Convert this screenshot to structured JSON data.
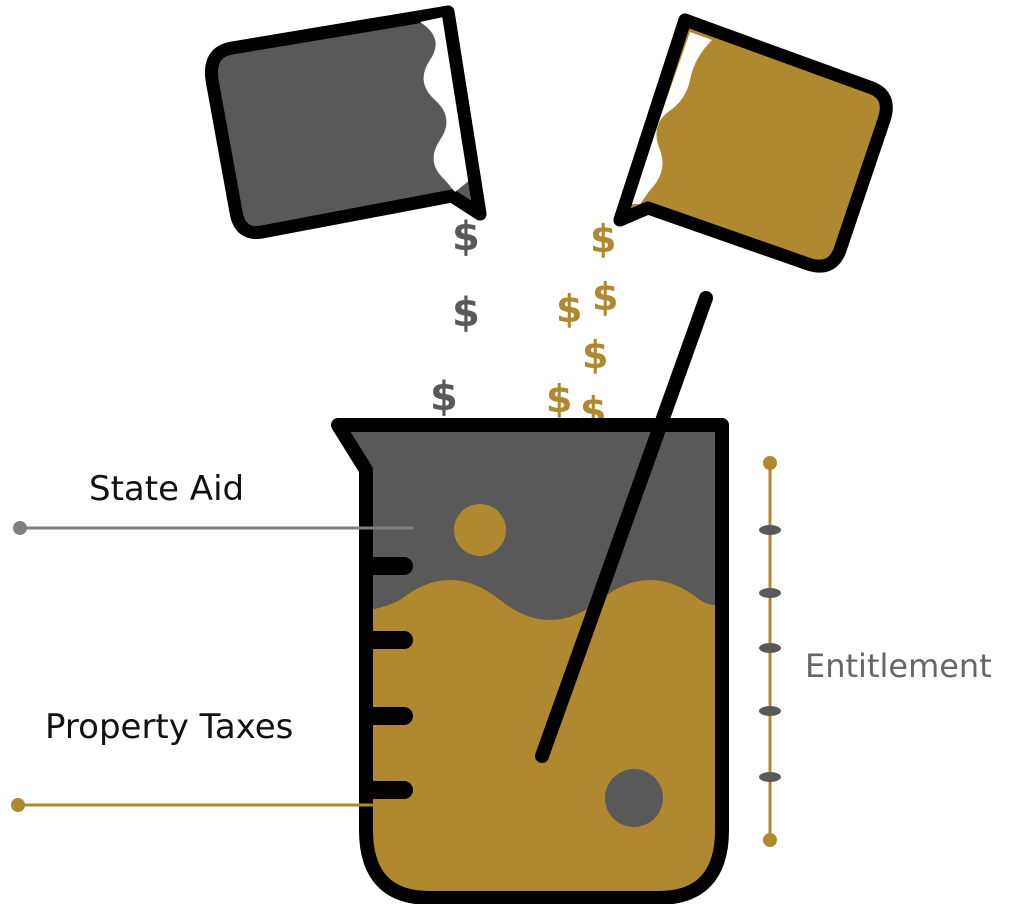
{
  "labels": {
    "state_aid": "State Aid",
    "property_taxes": "Property Taxes",
    "entitlement": "Entitlement"
  },
  "symbols": {
    "dollar": "$"
  },
  "colors": {
    "state_aid": "#595959",
    "property_taxes": "#B0882F",
    "outline": "#000000",
    "entitlement_axis": "#B0882F",
    "tick": "#595959",
    "state_aid_line": "#7f7f7f",
    "label_text": "#111111",
    "entitlement_text": "#666666"
  }
}
